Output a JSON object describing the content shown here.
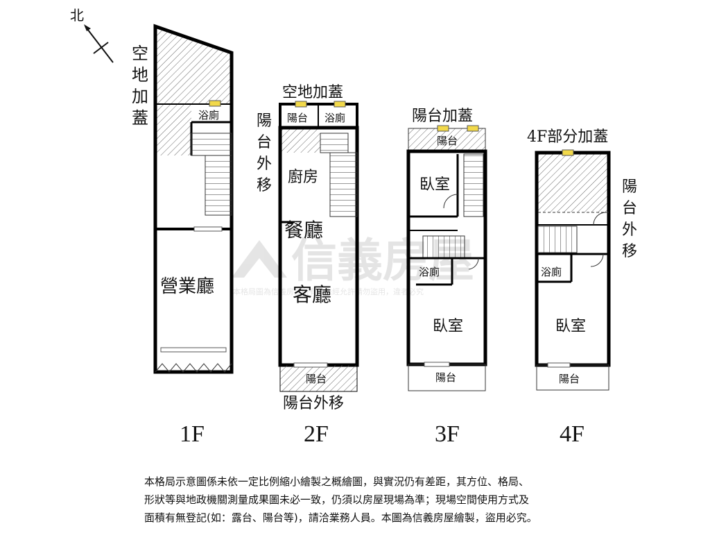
{
  "compass": {
    "north_label": "北"
  },
  "floor_1": {
    "label": "1F",
    "annex_label": [
      "空",
      "地",
      "加",
      "蓋"
    ],
    "bathroom": "浴廁",
    "business_hall": "營業廳"
  },
  "floor_2": {
    "label": "2F",
    "annex_label": "空地加蓋",
    "balcony": "陽台",
    "bathroom": "浴廁",
    "balcony_moved_label": [
      "陽",
      "台",
      "外",
      "移"
    ],
    "kitchen": "廚房",
    "dining": "餐廳",
    "living": "客廳",
    "front_balcony": "陽台",
    "front_balcony_moved": "陽台外移"
  },
  "floor_3": {
    "label": "3F",
    "annex_label": "陽台加蓋",
    "balcony_back": "陽台",
    "bedroom_back": "臥室",
    "bathroom": "浴廁",
    "bedroom_front": "臥室",
    "balcony_front": "陽台"
  },
  "floor_4": {
    "label": "4F",
    "annex_label": "4F部分加蓋",
    "balcony_moved_label": [
      "陽",
      "台",
      "外",
      "移"
    ],
    "bathroom": "浴廁",
    "bedroom": "臥室",
    "balcony": "陽台"
  },
  "watermark": {
    "brand": "信義房屋",
    "sub": "本格局圖為信義房屋所有，未經允許請勿盜用，違者必究"
  },
  "disclaimer": [
    "本格局示意圖係未依一定比例縮小繪製之概繪圖，與實況仍有差距，其方位、格局、",
    "形狀等與地政機關測量成果圖未必一致，仍須以房屋現場為準；現場空間使用方式及",
    "面積有無登記(如：露台、陽台等)，請洽業務人員。本圖為信義房屋繪製，盜用必究。"
  ]
}
